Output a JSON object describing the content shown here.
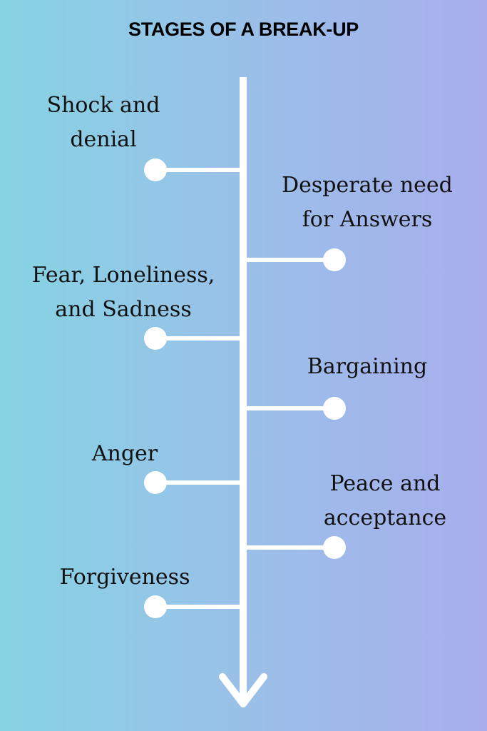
{
  "title": "STAGES OF A BREAK-UP",
  "colors": {
    "gradient_left": "#86d3e3",
    "gradient_right": "#a8aeec",
    "timeline": "#ffffff",
    "text": "#111111"
  },
  "stages": [
    {
      "label": "Shock and\ndenial",
      "side": "left"
    },
    {
      "label": "Desperate need\nfor Answers",
      "side": "right"
    },
    {
      "label": "Fear, Loneliness,\nand Sadness",
      "side": "left"
    },
    {
      "label": "Bargaining",
      "side": "right"
    },
    {
      "label": "Anger",
      "side": "left"
    },
    {
      "label": "Peace and\nacceptance",
      "side": "right"
    },
    {
      "label": "Forgiveness",
      "side": "left"
    }
  ]
}
